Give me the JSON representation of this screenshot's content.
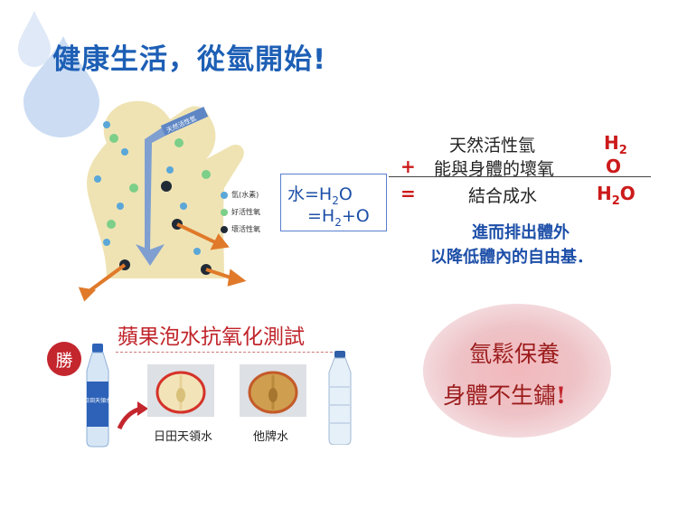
{
  "title": "健康生活，從氫開始!",
  "figure": {
    "arrow_label": "天然活性氫",
    "legend": [
      {
        "label": "氫(水素)",
        "color": "#5aa7d8"
      },
      {
        "label": "好活性氧",
        "color": "#7ccf88"
      },
      {
        "label": "壞活性氧",
        "color": "#1f2a36"
      }
    ]
  },
  "formula": {
    "line1_prefix": "水",
    "line1_eq": "=H",
    "line1_sub": "2",
    "line1_tail": "O",
    "line2_eq": "=H",
    "line2_sub": "2",
    "line2_tail": "+O"
  },
  "reaction": {
    "row1_text": "天然活性氫",
    "row1_sym": "H",
    "row1_sub": "2",
    "row2_op": "+",
    "row2_text": "能與身體的壞氧",
    "row2_sym": "O",
    "row3_op": "=",
    "row3_text": "結合成水",
    "row3_sym": "H",
    "row3_sub": "2",
    "row3_tail": "O",
    "note_line1": "進而排出體外",
    "note_line2": "以降低體內的自由基．"
  },
  "apple_test": {
    "title": "蘋果泡水抗氧化測試",
    "badge": "勝",
    "bottle_label": "日田天領水",
    "caption_left": "日田天領水",
    "caption_right": "他牌水"
  },
  "blob": {
    "line1": "氫鬆保養",
    "line2": "身體不生鏽",
    "exclaim": "!"
  },
  "colors": {
    "title_blue": "#1d5fb5",
    "accent_red": "#cc1a1a",
    "body_tan": "#efe3b4",
    "drop_blue": "#c7d9f2"
  }
}
